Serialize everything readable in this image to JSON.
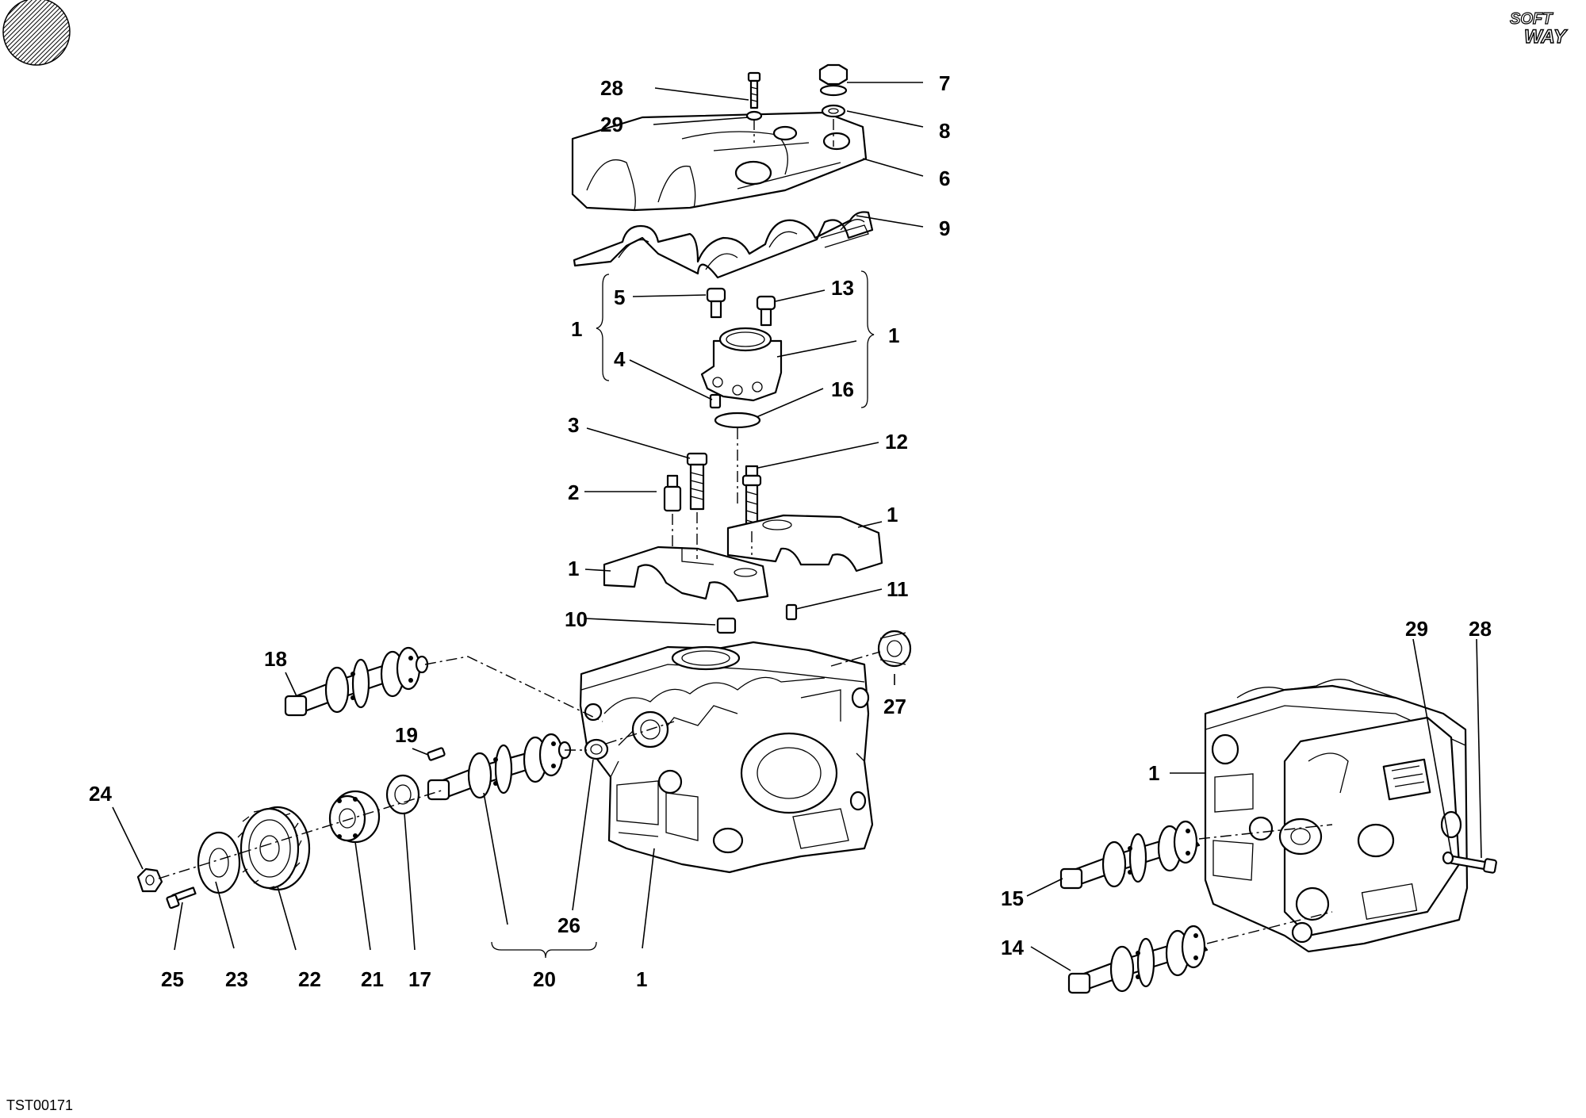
{
  "drawing_code": "TST00171",
  "logo": {
    "line1": "SOFT",
    "line2": "WAY"
  },
  "callouts": {
    "c28a": "28",
    "c29a": "29",
    "c7": "7",
    "c8": "8",
    "c6": "6",
    "c9": "9",
    "c5": "5",
    "c13": "13",
    "c1_brace_left": "1",
    "c1_brace_right": "1",
    "c4": "4",
    "c16": "16",
    "c3": "3",
    "c12": "12",
    "c2": "2",
    "c1_cap_right": "1",
    "c1_cap_left": "1",
    "c11": "11",
    "c10": "10",
    "c18": "18",
    "c27": "27",
    "c19": "19",
    "c24": "24",
    "c26": "26",
    "c25": "25",
    "c23": "23",
    "c22": "22",
    "c21": "21",
    "c17": "17",
    "c20": "20",
    "c1_head": "1",
    "c29b": "29",
    "c28b": "28",
    "c1_right_head": "1",
    "c15": "15",
    "c14": "14"
  }
}
